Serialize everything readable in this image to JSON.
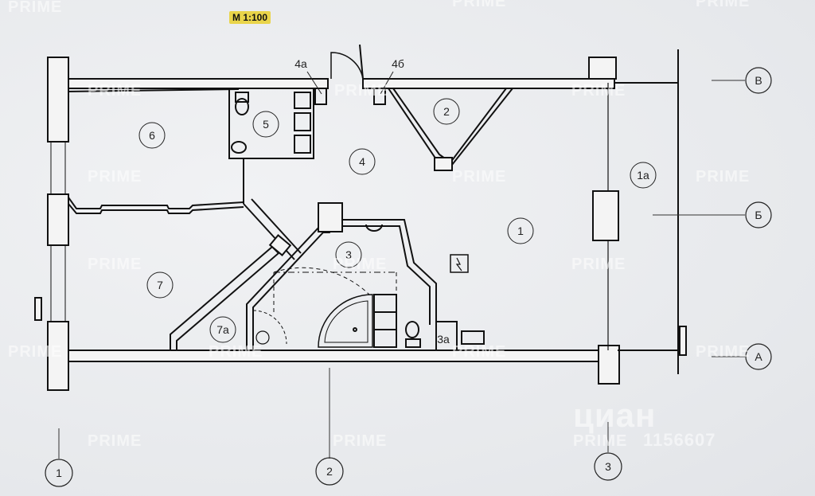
{
  "scale": "М 1:100",
  "rooms": {
    "r1": "1",
    "r1a": "1а",
    "r2": "2",
    "r3": "3",
    "r3a": "3а",
    "r4": "4",
    "r4a": "4а",
    "r4b": "4б",
    "r5": "5",
    "r6": "6",
    "r7": "7",
    "r7a": "7а"
  },
  "axes": {
    "ax1": "1",
    "ax2": "2",
    "ax3": "3",
    "axA": "А",
    "axB": "Б",
    "axV": "В"
  },
  "watermark": {
    "text": "PRIME",
    "brand": "циан",
    "code": "1156607"
  }
}
